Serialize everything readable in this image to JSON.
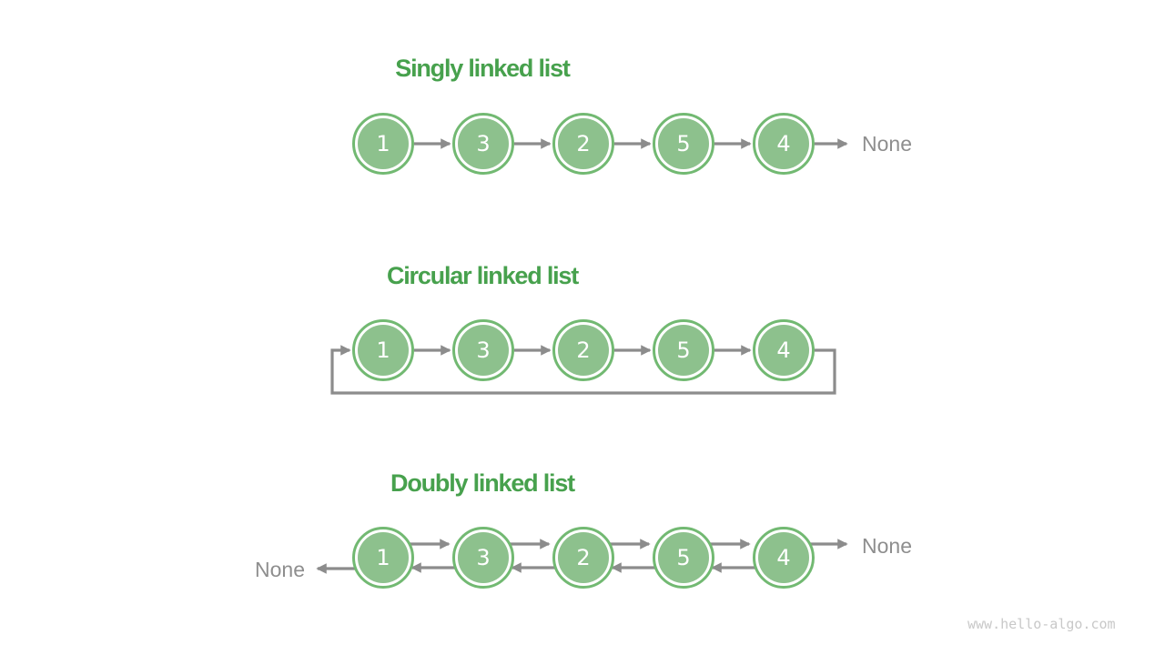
{
  "colors": {
    "node_fill": "#8DC18D",
    "node_ring": "#72B972",
    "title_green": "#47A14D",
    "arrow_gray": "#8C8C8C",
    "none_gray": "#8E8E8E",
    "watermark_gray": "#C8C8C8"
  },
  "watermark": "www.hello-algo.com",
  "diagrams": {
    "singly": {
      "title": "Singly linked list",
      "nodes": [
        "1",
        "3",
        "2",
        "5",
        "4"
      ],
      "tail_label": "None"
    },
    "circular": {
      "title": "Circular linked list",
      "nodes": [
        "1",
        "3",
        "2",
        "5",
        "4"
      ]
    },
    "doubly": {
      "title": "Doubly linked list",
      "nodes": [
        "1",
        "3",
        "2",
        "5",
        "4"
      ],
      "head_label": "None",
      "tail_label": "None"
    }
  }
}
